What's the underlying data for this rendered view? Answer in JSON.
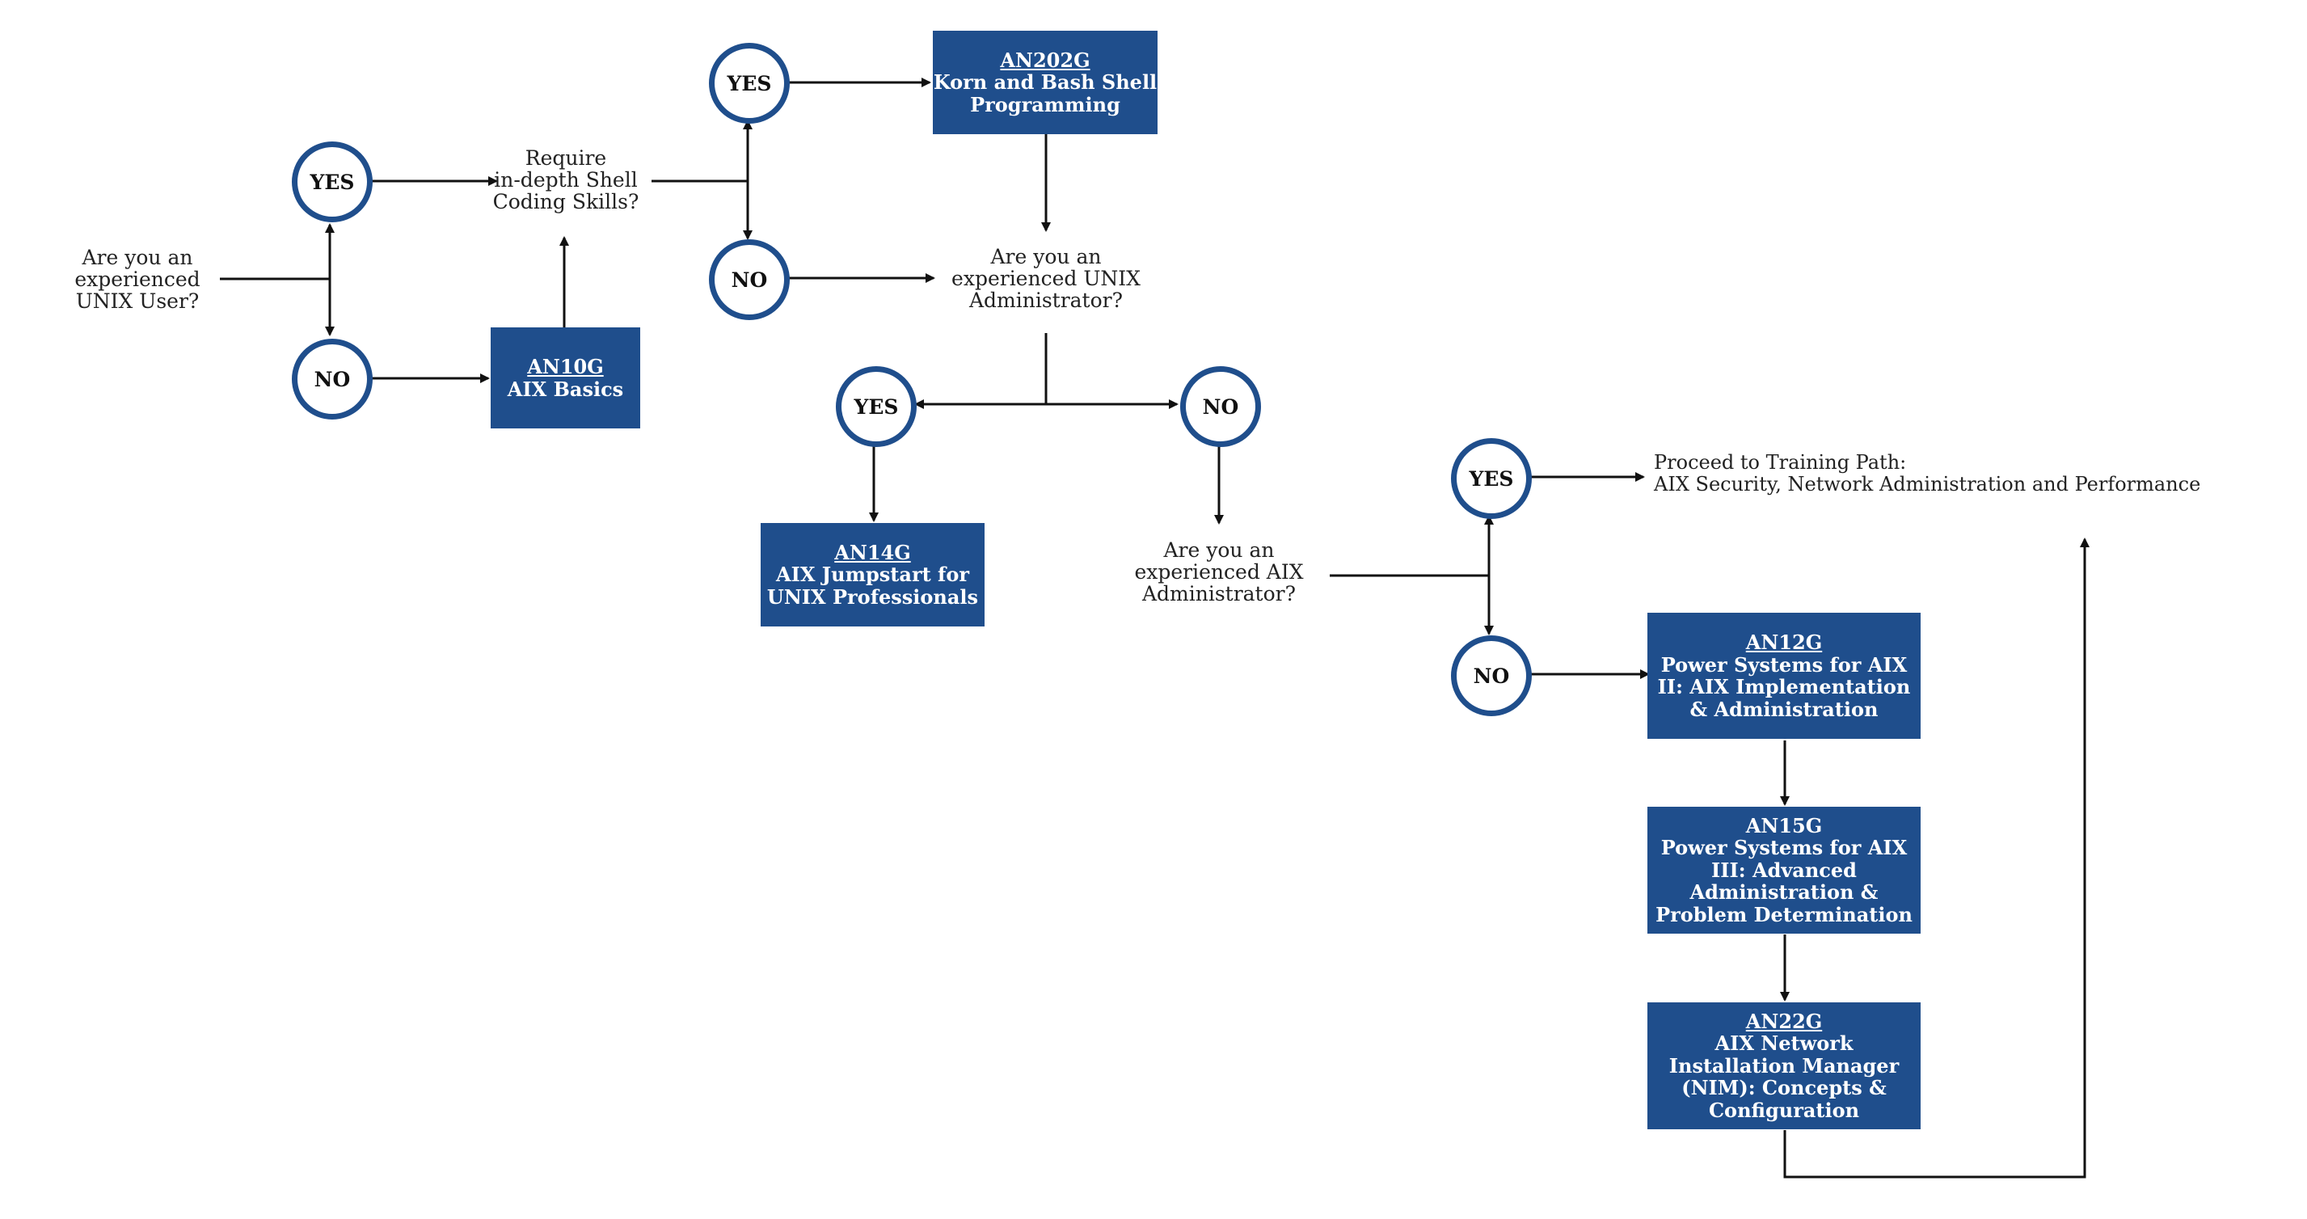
{
  "questions": {
    "unix_user": [
      "Are you an",
      "experienced",
      "UNIX User?"
    ],
    "shell_skills": [
      "Require",
      "in-depth Shell",
      "Coding Skills?"
    ],
    "unix_admin": [
      "Are you an",
      "experienced UNIX",
      "Administrator?"
    ],
    "aix_admin": [
      "Are you an",
      "experienced AIX",
      "Administrator?"
    ]
  },
  "answers": {
    "yes": "YES",
    "no": "NO"
  },
  "courses": {
    "an10g": {
      "code": "AN10G",
      "lines": [
        "AIX Basics"
      ]
    },
    "an202g": {
      "code": "AN202G",
      "lines": [
        "Korn and Bash Shell",
        "Programming"
      ]
    },
    "an14g": {
      "code": "AN14G",
      "lines": [
        "AIX Jumpstart for",
        "UNIX Professionals"
      ]
    },
    "an12g": {
      "code": "AN12G",
      "lines": [
        "Power Systems for AIX",
        "II: AIX Implementation",
        "& Administration"
      ]
    },
    "an15g": {
      "code": "AN15G",
      "lines": [
        "Power Systems for AIX",
        "III: Advanced",
        "Administration &",
        "Problem Determination"
      ]
    },
    "an22g": {
      "code": "AN22G",
      "lines": [
        "AIX Network",
        "Installation Manager",
        "(NIM): Concepts &",
        "Configuration"
      ]
    }
  },
  "proceed": [
    "Proceed to Training Path:",
    "AIX Security, Network Administration and Performance"
  ],
  "colors": {
    "box": "#1f4e8c",
    "circle_border": "#1f4e8c",
    "line": "#111111"
  }
}
